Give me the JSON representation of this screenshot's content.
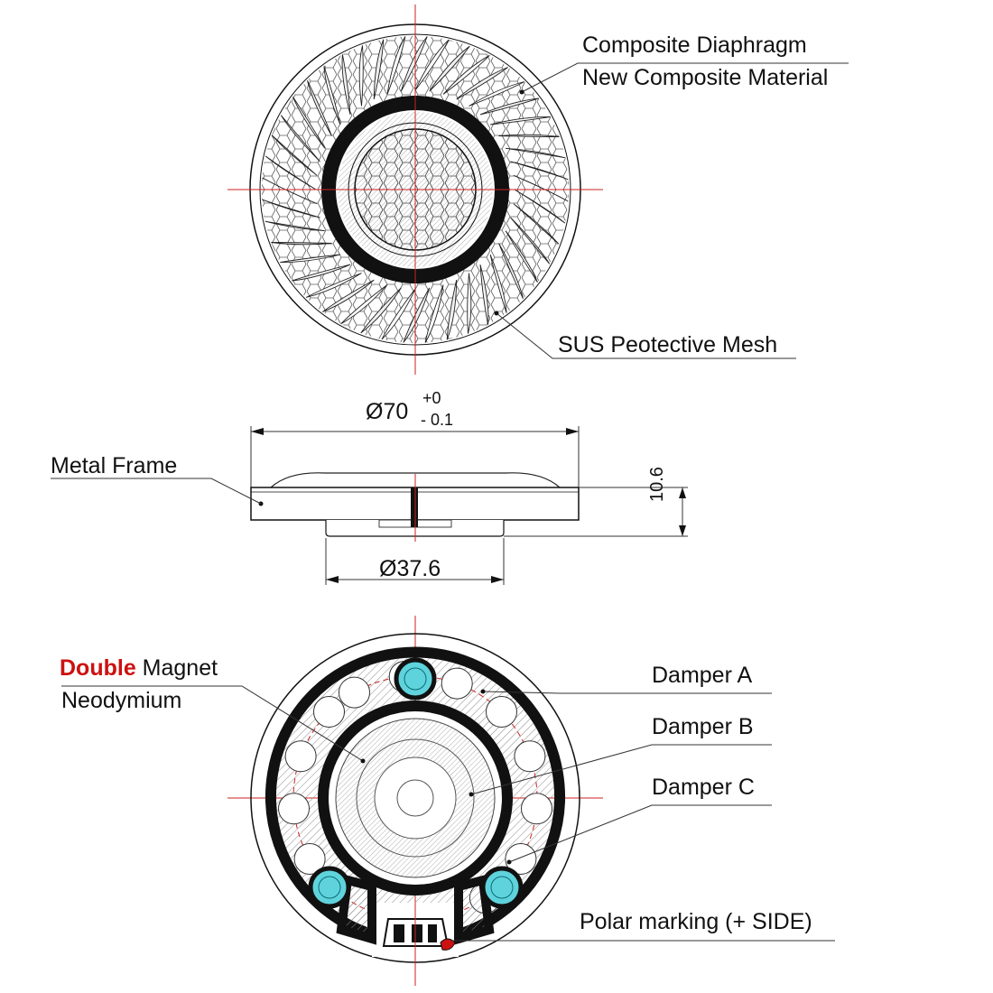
{
  "top_view": {
    "diaphragm_label": "Composite Diaphragm",
    "material_label": "New Composite Material",
    "mesh_label": "SUS Peotective Mesh"
  },
  "side_view": {
    "diameter_outer": "Ø70",
    "tol_plus": "+0",
    "tol_minus": "- 0.1",
    "frame_label": "Metal Frame",
    "height": "10.6",
    "diameter_inner": "Ø37.6"
  },
  "back_view": {
    "magnet_emph": "Double",
    "magnet_rest": " Magnet",
    "magnet_type": "Neodymium",
    "damper_a": "Damper A",
    "damper_b": "Damper B",
    "damper_c": "Damper C",
    "polar": "Polar marking (+ SIDE)"
  },
  "colors": {
    "line": "#111111",
    "center_line": "#cc2222",
    "damper_fill": "#5fd3dc",
    "emphasis": "#cc1111"
  }
}
